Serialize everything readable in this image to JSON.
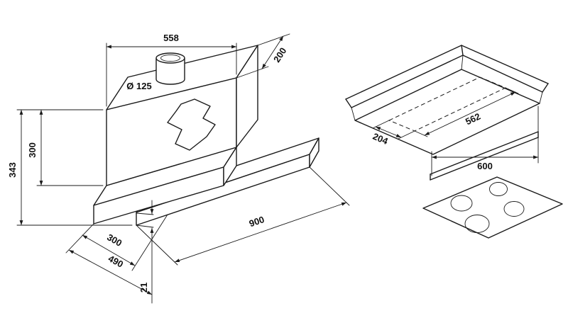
{
  "colors": {
    "line": "#1a1a1a",
    "background": "#ffffff"
  },
  "hood_view": {
    "width_label": "558",
    "top_depth_label": "200",
    "duct_diameter_label": "Ø 125",
    "total_height_label": "343",
    "body_height_label": "300",
    "housing_depth_label": "300",
    "extended_depth_label": "490",
    "visor_width_label": "900",
    "visor_thickness_label": "21"
  },
  "cabinet_view": {
    "cutout_width_label": "562",
    "cutout_depth_label": "204",
    "cabinet_width_label": "600"
  }
}
